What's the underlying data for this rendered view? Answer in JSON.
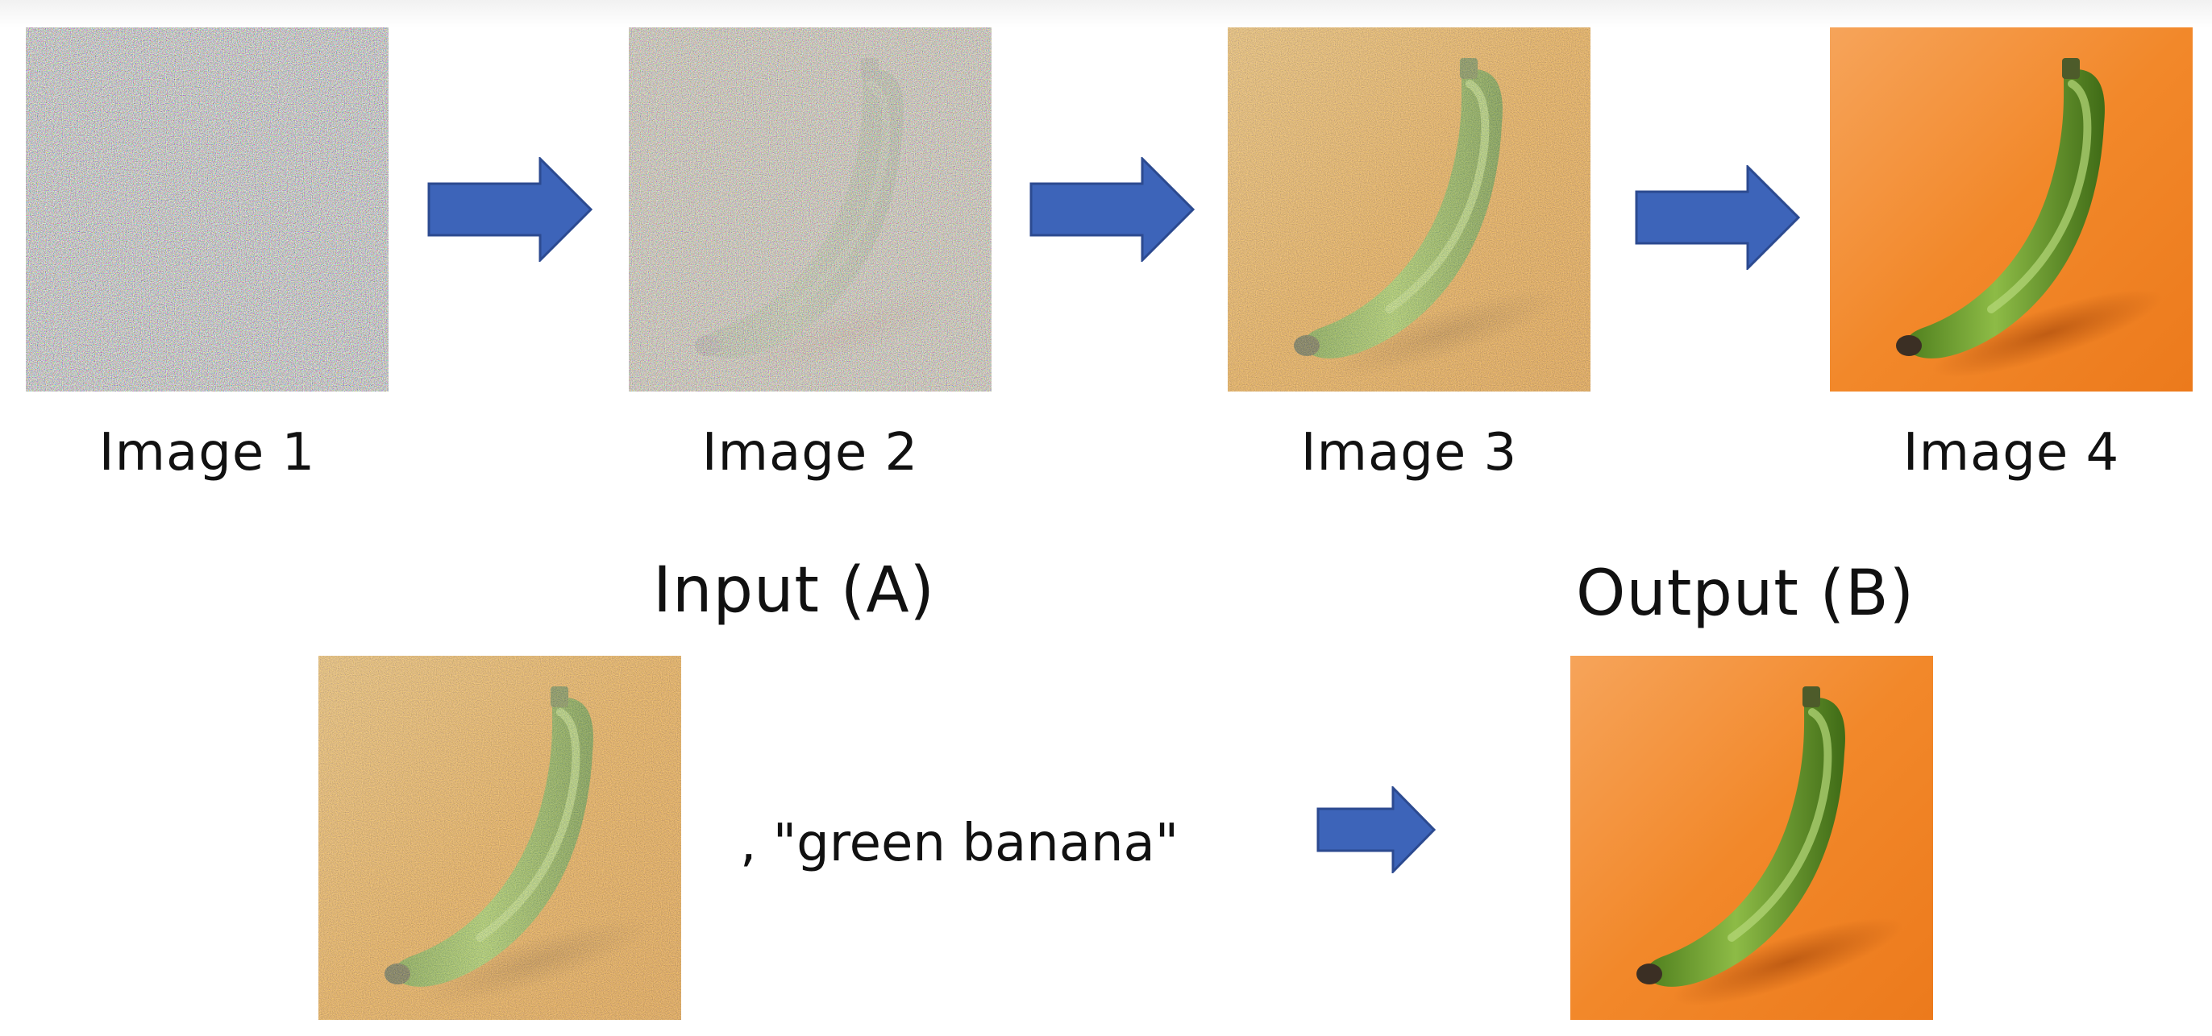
{
  "pipeline": {
    "steps": [
      {
        "label": "Image 1",
        "content": "pure-noise-image"
      },
      {
        "label": "Image 2",
        "content": "heavy-noise-banana-image"
      },
      {
        "label": "Image 3",
        "content": "light-noise-banana-image"
      },
      {
        "label": "Image 4",
        "content": "clean-green-banana-image"
      }
    ],
    "arrow_icon": "right-arrow-icon"
  },
  "example": {
    "input_heading": "Input (A)",
    "prompt_text": ", \"green banana\"",
    "output_heading": "Output (B)"
  },
  "colors": {
    "arrow": "#3d64b9",
    "arrow_stroke": "#2c4a90",
    "background_orange": "#f2882a",
    "banana_green": "#79a83a"
  }
}
